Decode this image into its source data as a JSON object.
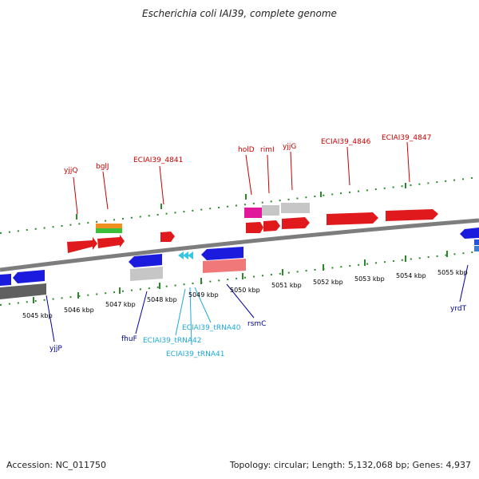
{
  "title": "Escherichia coli IAI39, complete genome",
  "footer": {
    "accession": "Accession: NC_011750",
    "summary": "Topology: circular; Length: 5,132,068 bp; Genes: 4,937"
  },
  "ticks": [
    "5045 kbp",
    "5046 kbp",
    "5047 kbp",
    "5048 kbp",
    "5049 kbp",
    "5050 kbp",
    "5051 kbp",
    "5052 kbp",
    "5053 kbp",
    "5054 kbp",
    "5055 kbp"
  ],
  "gene_labels_top": [
    "yjjQ",
    "bglJ",
    "ECIAI39_4841",
    "holD",
    "rimI",
    "yjjG",
    "ECIAI39_4846",
    "ECIAI39_4847"
  ],
  "gene_labels_bottom": [
    "yjjP",
    "fhuF",
    "ECIAI39_tRNA42",
    "ECIAI39_tRNA40",
    "ECIAI39_tRNA41",
    "rsmC",
    "yrdT"
  ],
  "colors": {
    "forward_gene": "#e0191c",
    "reverse_gene": "#1b1bdd",
    "trna": "#38c6e6",
    "top_label": "#cc0000",
    "bottom_label": "#000099",
    "trna_label": "#20a8d8",
    "tick": "#2a8a2a",
    "backbone": "#7d7d7d"
  }
}
